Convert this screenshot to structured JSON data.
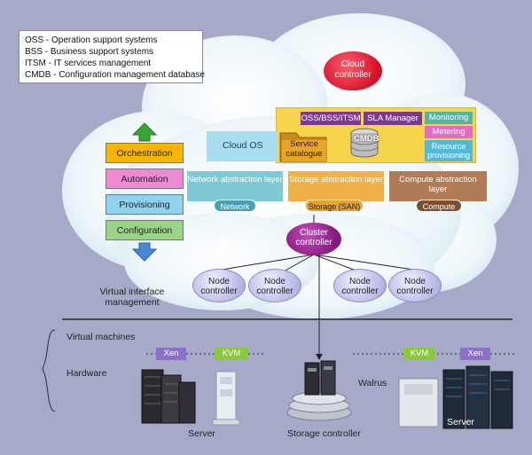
{
  "legend": {
    "items": [
      "OSS - Operation support systems",
      "BSS - Business support systems",
      "ITSM - IT services management",
      "CMDB - Configuration management database"
    ]
  },
  "cloud": {
    "controller": "Cloud controller",
    "cloud_os": "Cloud OS",
    "oss_bss_itsm": "OSS/BSS/ITSM",
    "sla_manager": "SLA Manager",
    "monitoring": "Monitoring",
    "metering": "Metering",
    "resource_provisioning": "Resource provisioning",
    "service_catalogue": "Service catalogue",
    "cmdb": "CMDB"
  },
  "stack": [
    "Orchestration",
    "Automation",
    "Provisioning",
    "Configuration"
  ],
  "abstraction": {
    "network": {
      "title": "Network abstraction layer",
      "pill": "Network"
    },
    "storage": {
      "title": "Storage abstraction layer",
      "pill": "Storage (SAN)"
    },
    "compute": {
      "title": "Compute abstraction layer",
      "pill": "Compute"
    }
  },
  "cluster_controller": "Cluster controller",
  "node_controller": "Node controller",
  "labels": {
    "virtual_interface": "Virtual interface management",
    "virtual_machines": "Virtual machines",
    "hardware": "Hardware",
    "server_left": "Server",
    "server_right": "Server",
    "walrus": "Walrus",
    "storage_controller": "Storage controller"
  },
  "hypervisors": {
    "xen": "Xen",
    "kvm": "KVM"
  },
  "colors": {
    "background": "#a7a9c9",
    "orchestration": "#f7b500",
    "automation": "#ee8ad2",
    "provisioning": "#8fd2ee",
    "configuration": "#9ad487",
    "network_layer": "#7fc9d7",
    "storage_layer": "#f2b04a",
    "compute_layer": "#b07b55",
    "cluster": "#8e1f86",
    "cloud_controller": "#de1a2f",
    "xen": "#8b72c8",
    "kvm": "#8ac83c"
  }
}
